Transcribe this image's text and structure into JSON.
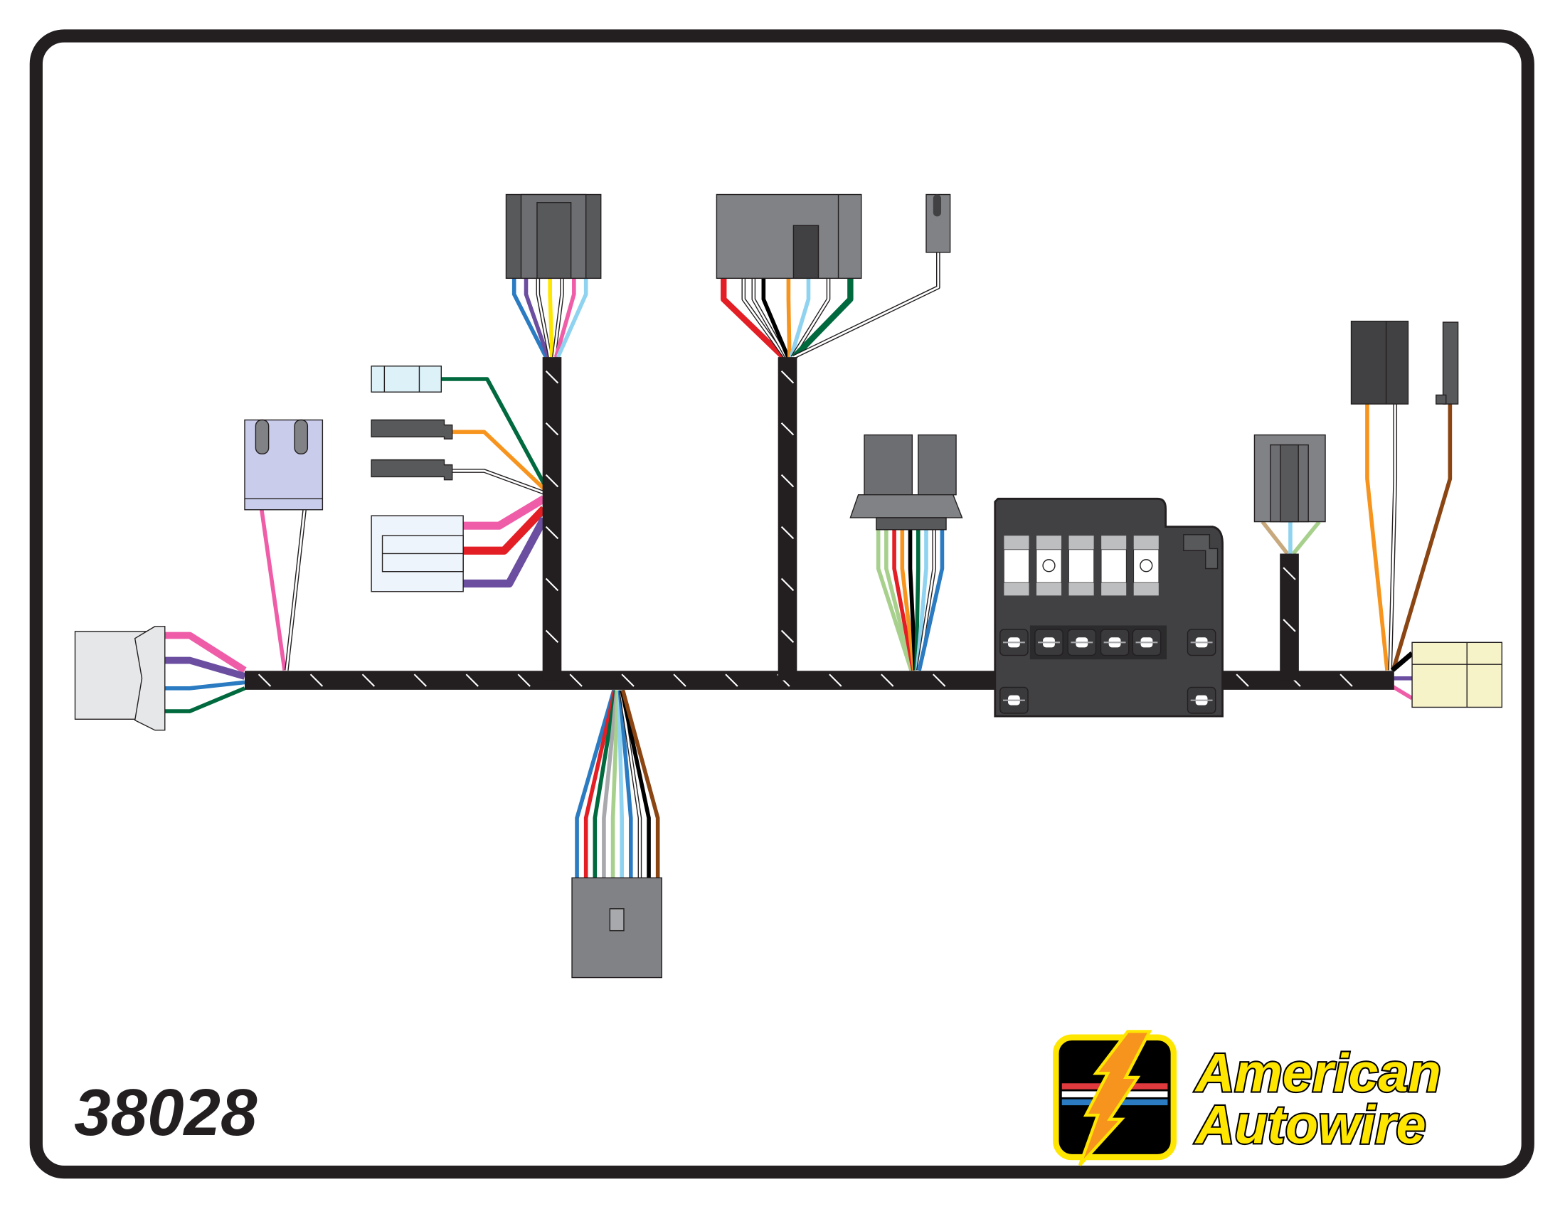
{
  "part_number": "38028",
  "brand": {
    "line1": "American",
    "line2": "Autowire"
  },
  "colors": {
    "frame": "#231f20",
    "loom": "#231f20",
    "connector_dark": "#58595b",
    "connector_grey": "#808285",
    "logo_yellow": "#ffe600"
  }
}
